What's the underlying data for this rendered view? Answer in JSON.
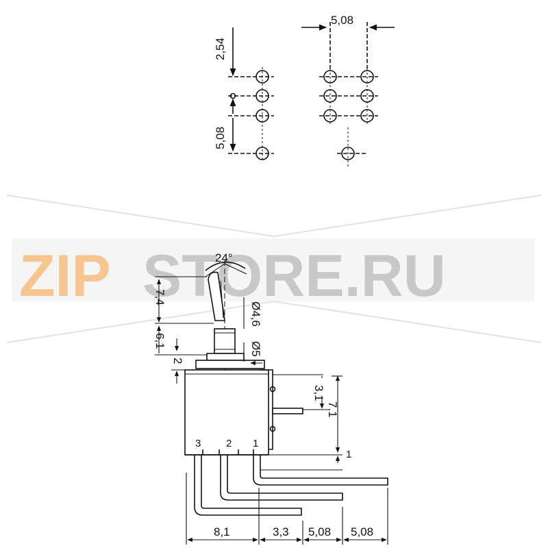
{
  "pitch_top": {
    "vertical_small": "2,54",
    "vertical_large": "5,08",
    "horizontal": "5,08"
  },
  "side_view": {
    "angle": "24°",
    "lever_len": "7,4",
    "bushing_h": "6,1",
    "flange_h": "2",
    "lever_dia": "Ø4,6",
    "bushing_dia": "Ø5",
    "upper_dim": "3,1",
    "right_dim": "7,1",
    "pin_off": "1",
    "pins": [
      "3",
      "2",
      "1"
    ],
    "bottom": [
      "8,1",
      "3,3",
      "5,08",
      "5,08"
    ]
  },
  "watermark": {
    "part1": "ZIP",
    "part2": "STORE.RU"
  },
  "colors": {
    "ink": "#111111",
    "wm_orange": "#f7c690",
    "wm_gray": "#c8c8c8"
  }
}
